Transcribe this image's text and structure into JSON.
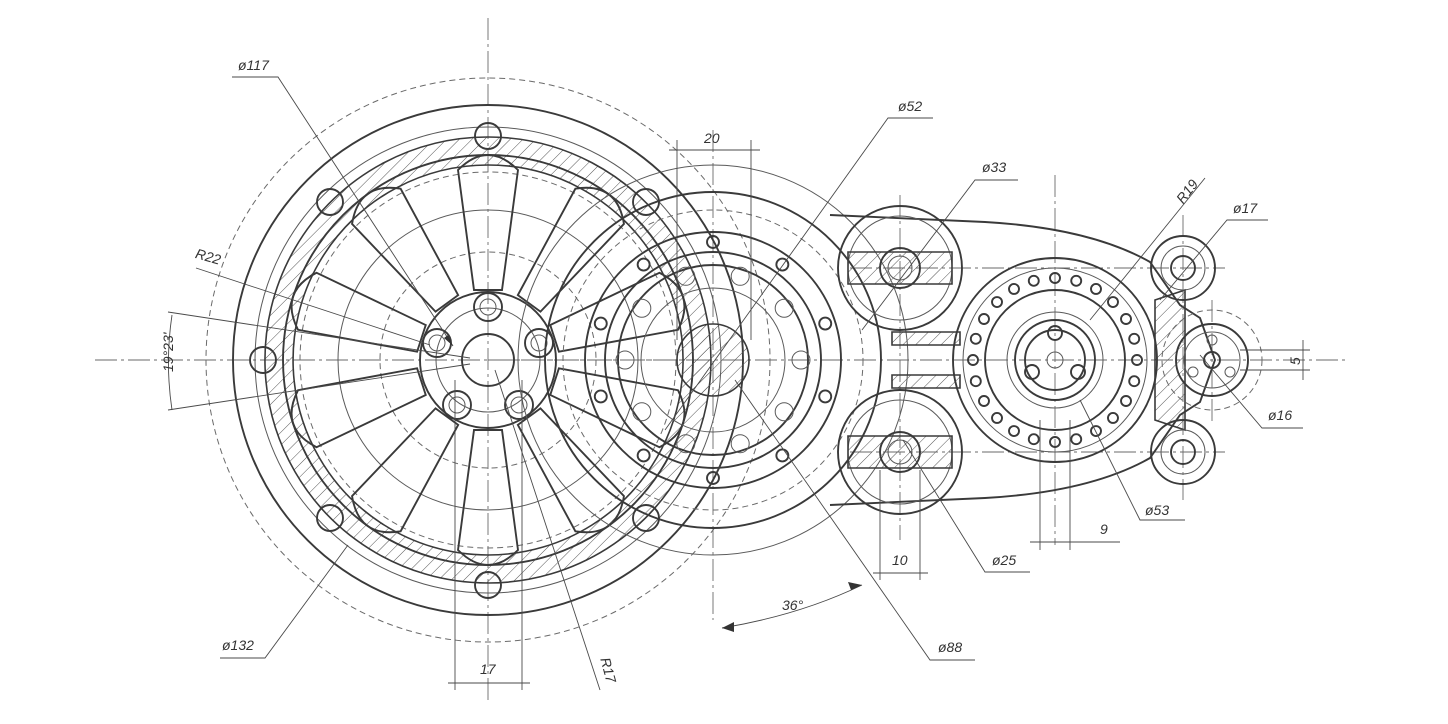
{
  "dimensions": {
    "d117": "ø117",
    "d52": "ø52",
    "d33": "ø33",
    "r19": "R19",
    "d17": "ø17",
    "r22": "R22",
    "ang19": "19°23'",
    "w20": "20",
    "w5": "5",
    "d16": "ø16",
    "d53": "ø53",
    "w9": "9",
    "d25": "ø25",
    "w10": "10",
    "ang36": "36°",
    "d88": "ø88",
    "d132": "ø132",
    "w17": "17",
    "r17": "R17"
  },
  "colors": {
    "line": "#3a3a3a",
    "background": "#ffffff"
  }
}
